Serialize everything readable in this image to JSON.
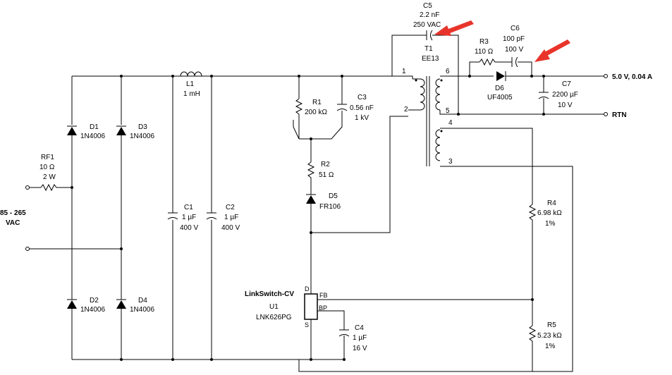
{
  "input": {
    "voltage_range": "85 - 265",
    "voltage_unit": "VAC"
  },
  "output": {
    "rail": "5.0 V, 0.04 A",
    "return": "RTN"
  },
  "components": {
    "RF1": {
      "ref": "RF1",
      "value": "10 Ω",
      "rating": "2 W"
    },
    "D1": {
      "ref": "D1",
      "part": "1N4006"
    },
    "D2": {
      "ref": "D2",
      "part": "1N4006"
    },
    "D3": {
      "ref": "D3",
      "part": "1N4006"
    },
    "D4": {
      "ref": "D4",
      "part": "1N4006"
    },
    "L1": {
      "ref": "L1",
      "value": "1 mH"
    },
    "C1": {
      "ref": "C1",
      "value": "1 µF",
      "rating": "400 V"
    },
    "C2": {
      "ref": "C2",
      "value": "1 µF",
      "rating": "400 V"
    },
    "R1": {
      "ref": "R1",
      "value": "200 kΩ"
    },
    "C3": {
      "ref": "C3",
      "value": "0.56 nF",
      "rating": "1 kV"
    },
    "R2": {
      "ref": "R2",
      "value": "51 Ω"
    },
    "D5": {
      "ref": "D5",
      "part": "FR106"
    },
    "C5": {
      "ref": "C5",
      "value": "2.2 nF",
      "rating": "250 VAC"
    },
    "T1": {
      "ref": "T1",
      "core": "EE13",
      "pins": [
        "1",
        "2",
        "3",
        "4",
        "5",
        "6"
      ]
    },
    "R3": {
      "ref": "R3",
      "value": "110 Ω"
    },
    "C6": {
      "ref": "C6",
      "value": "100 pF",
      "rating": "100 V"
    },
    "D6": {
      "ref": "D6",
      "part": "UF4005"
    },
    "C7": {
      "ref": "C7",
      "value": "2200 µF",
      "rating": "10 V"
    },
    "R4": {
      "ref": "R4",
      "value": "6.98 kΩ",
      "tolerance": "1%"
    },
    "R5": {
      "ref": "R5",
      "value": "5.23 kΩ",
      "tolerance": "1%"
    },
    "C4": {
      "ref": "C4",
      "value": "1 µF",
      "rating": "16 V"
    },
    "U1": {
      "ref": "U1",
      "family": "LinkSwitch-CV",
      "part": "LNK626PG",
      "pins": {
        "d": "D",
        "s": "S",
        "fb": "FB",
        "bp": "BP"
      }
    }
  },
  "annotations": {
    "arrow_color": "#e8342b"
  }
}
